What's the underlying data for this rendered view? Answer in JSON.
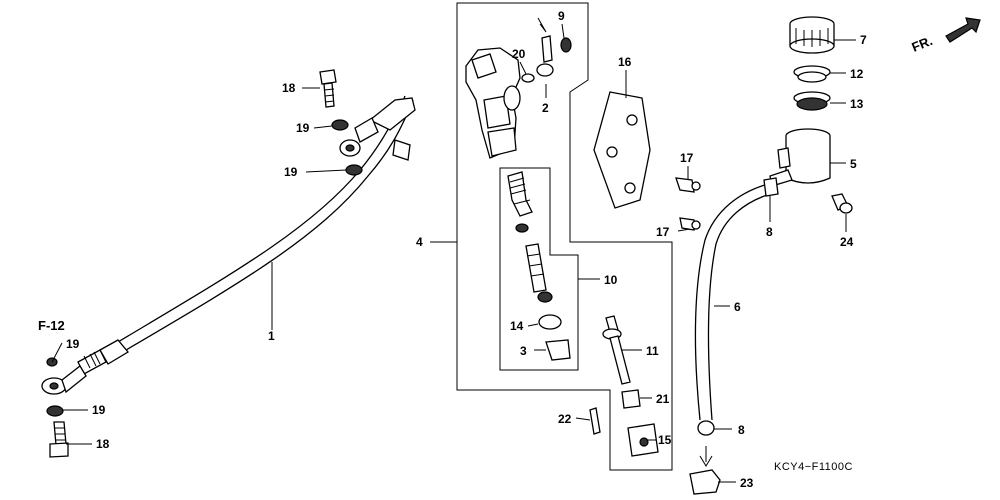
{
  "diagram": {
    "ref_code": "KCY4−F1100C",
    "section_ref": "F-12",
    "front_arrow": "FR.",
    "callouts": {
      "p1": "1",
      "p2": "2",
      "p3": "3",
      "p4": "4",
      "p5": "5",
      "p6": "6",
      "p7": "7",
      "p8": "8",
      "p9": "9",
      "p10": "10",
      "p11": "11",
      "p12": "12",
      "p13": "13",
      "p14": "14",
      "p15": "15",
      "p16": "16",
      "p17": "17",
      "p18": "18",
      "p19": "19",
      "p20": "20",
      "p21": "21",
      "p22": "22",
      "p23": "23",
      "p24": "24"
    }
  }
}
